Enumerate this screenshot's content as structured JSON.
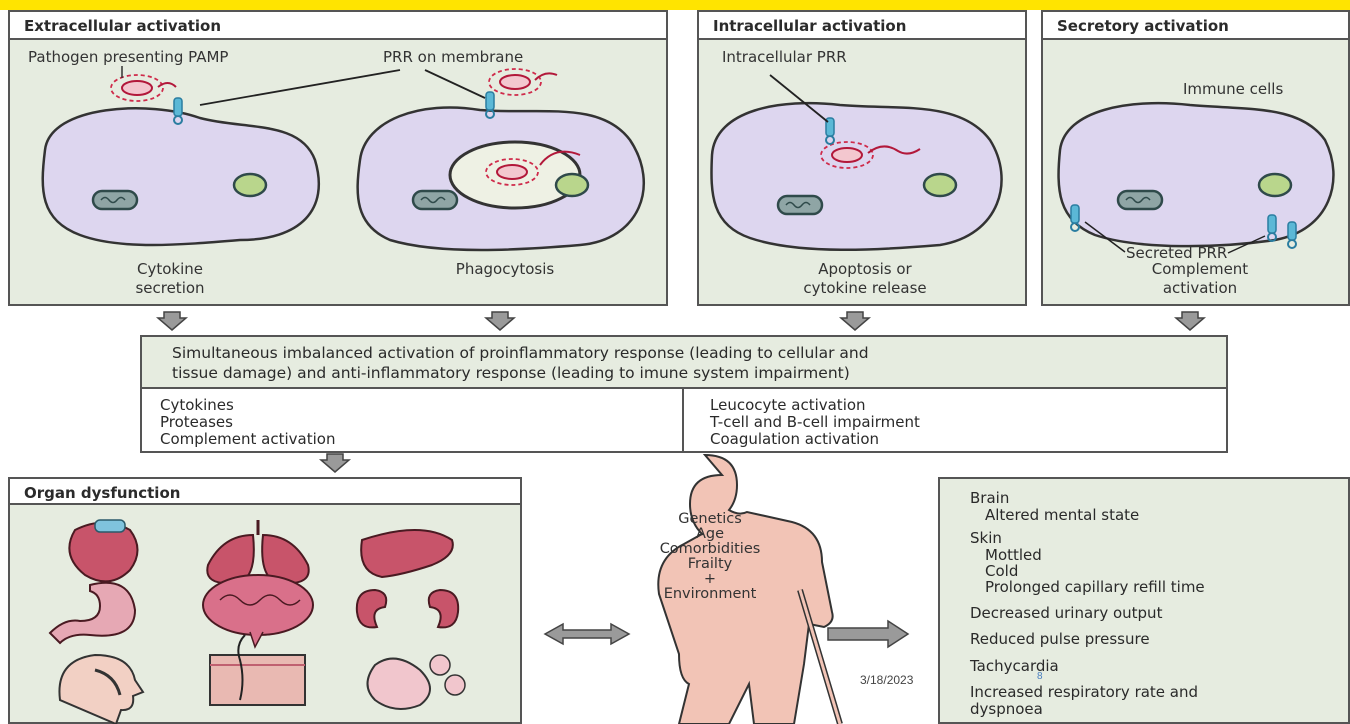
{
  "panels": {
    "extracellular": {
      "title": "Extracellular activation",
      "pamp_label": "Pathogen presenting PAMP",
      "prr_label": "PRR on membrane",
      "cell1_caption": [
        "Cytokine",
        "secretion"
      ],
      "cell2_caption": "Phagocytosis"
    },
    "intracellular": {
      "title": "Intracellular activation",
      "prr_label": "Intracellular PRR",
      "caption": [
        "Apoptosis or",
        "cytokine release"
      ]
    },
    "secretory": {
      "title": "Secretory activation",
      "immune_label": "Immune cells",
      "secreted_label": "Secreted PRR",
      "caption": [
        "Complement",
        "activation"
      ]
    }
  },
  "middle": {
    "header": [
      "Simultaneous imbalanced activation of proinflammatory response (leading to cellular and",
      "tissue damage) and anti-inflammatory response (leading to imune system impairment)"
    ],
    "left_items": [
      "Cytokines",
      "Proteases",
      "Complement activation"
    ],
    "right_items": [
      "Leucocyte activation",
      "T-cell and B-cell impairment",
      "Coagulation activation"
    ]
  },
  "organ": {
    "title": "Organ dysfunction"
  },
  "person": {
    "factors": [
      "Genetics",
      "Age",
      "Comorbidities",
      "Frailty",
      "+",
      "Environment"
    ]
  },
  "signs": {
    "brain": "Brain",
    "brain_detail": "Altered mental state",
    "skin": "Skin",
    "skin_details": [
      "Mottled",
      "Cold",
      "Prolonged capillary refill time"
    ],
    "urine": "Decreased urinary output",
    "pulse": "Reduced pulse pressure",
    "tachy": "Tachycardia",
    "resp": [
      "Increased respiratory rate and",
      "dyspnoea"
    ]
  },
  "footer": {
    "date": "3/18/2023",
    "page": "8"
  },
  "colors": {
    "panel_bg": "#e6ece0",
    "cell_fill": "#ddd6ef",
    "cell_stroke": "#333333",
    "pathogen": "#cf2a4a",
    "prr": "#5bb8d6",
    "organ_red": "#c8546a",
    "skin": "#e9b9b2",
    "banner": "#ffe400"
  }
}
